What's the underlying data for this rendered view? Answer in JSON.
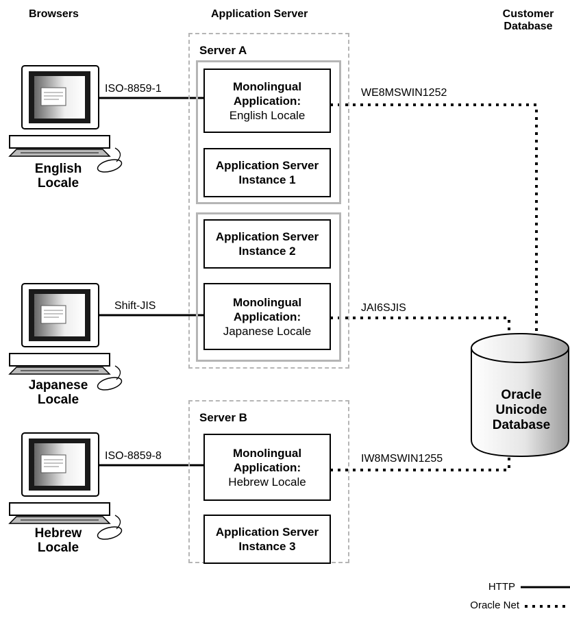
{
  "headers": {
    "browsers": "Browsers",
    "app_server": "Application Server",
    "customer": "Customer",
    "database": "Database"
  },
  "servers": {
    "a": "Server A",
    "b": "Server B"
  },
  "boxes": {
    "mono_en": {
      "line1": "Monolingual",
      "line2": "Application:",
      "line3": "English Locale"
    },
    "inst1": {
      "line1": "Application Server",
      "line2": "Instance 1"
    },
    "inst2": {
      "line1": "Application Server",
      "line2": "Instance 2"
    },
    "mono_ja": {
      "line1": "Monolingual",
      "line2": "Application:",
      "line3": "Japanese Locale"
    },
    "mono_he": {
      "line1": "Monolingual",
      "line2": "Application:",
      "line3": "Hebrew Locale"
    },
    "inst3": {
      "line1": "Application Server",
      "line2": "Instance 3"
    }
  },
  "browsers": {
    "english": {
      "line1": "English",
      "line2": "Locale",
      "charset": "ISO-8859-1"
    },
    "japanese": {
      "line1": "Japanese",
      "line2": "Locale",
      "charset": "Shift-JIS"
    },
    "hebrew": {
      "line1": "Hebrew",
      "line2": "Locale",
      "charset": "ISO-8859-8"
    }
  },
  "db_charsets": {
    "english": "WE8MSWIN1252",
    "japanese": "JAI6SJIS",
    "hebrew": "IW8MSWIN1255"
  },
  "database": {
    "line1": "Oracle",
    "line2": "Unicode",
    "line3": "Database"
  },
  "legend": {
    "http": "HTTP",
    "oracle_net": "Oracle Net"
  },
  "colors": {
    "frame_gray": "#b5b5b5",
    "line": "#000000"
  }
}
